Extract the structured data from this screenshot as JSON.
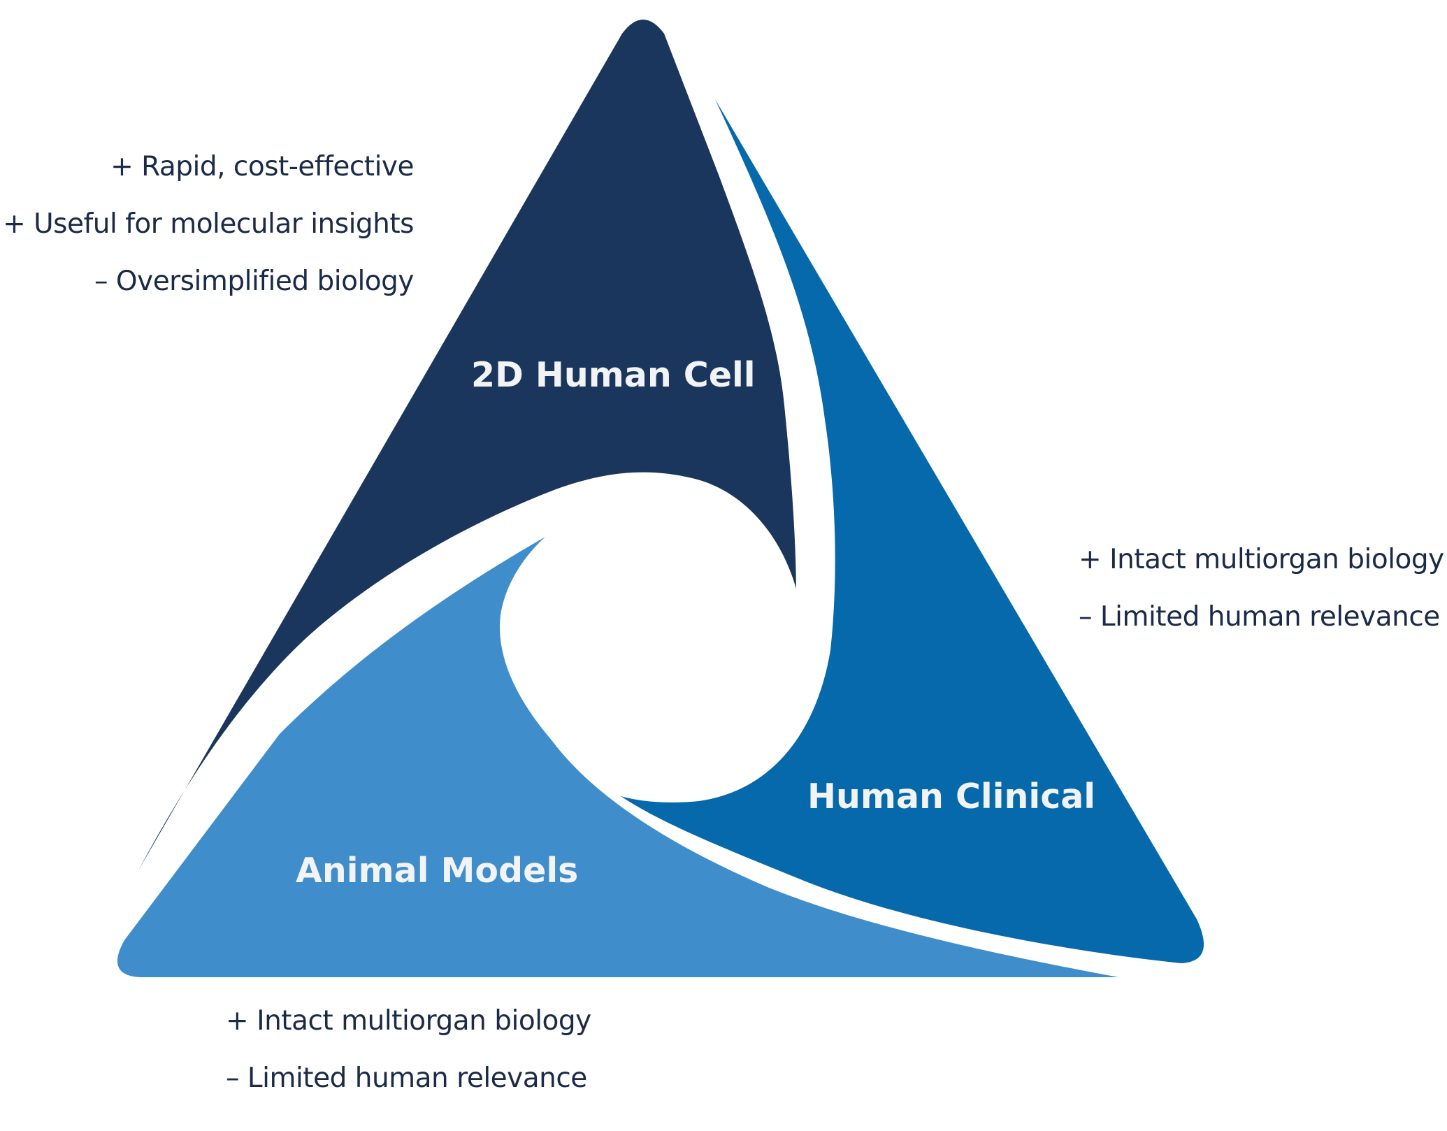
{
  "diagram": {
    "type": "triangle-swirl",
    "colors": {
      "cell_segment": "#1a365d",
      "clinical_segment": "#0569ab",
      "animal_segment": "#3f8ecb",
      "label_text": "#f2f3f5",
      "note_text": "#1b2a47"
    },
    "segments": [
      {
        "id": "2d-human-cell",
        "label": "2D Human Cell",
        "notes": [
          "+ Rapid, cost-effective",
          "+ Useful for molecular insights",
          "– Oversimplified biology"
        ]
      },
      {
        "id": "human-clinical",
        "label": "Human Clinical",
        "notes": [
          "+ Intact multiorgan biology",
          "– Limited human relevance"
        ]
      },
      {
        "id": "animal-models",
        "label": "Animal Models",
        "notes": [
          "+ Intact multiorgan biology",
          "– Limited human relevance"
        ]
      }
    ]
  }
}
